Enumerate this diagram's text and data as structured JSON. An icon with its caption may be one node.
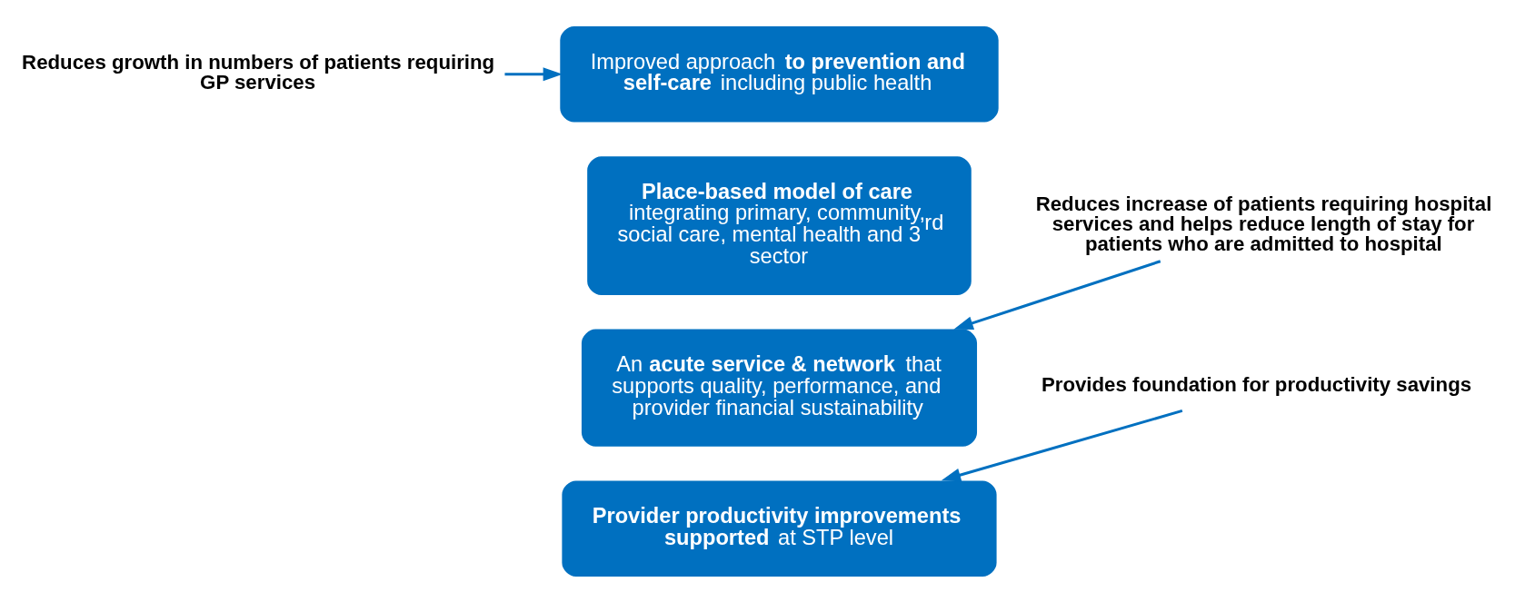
{
  "diagram": {
    "nodes": [
      {
        "text": [
          "Improved approach **to prevention and self-care** including public health"
        ]
      },
      {
        "text": [
          "**Place-based model of care** integrating primary, community, social care, mental health and 3$^{rd}$ sector"
        ]
      },
      {
        "text": [
          "An **acute service & network** that supports quality, performance, and provider financial sustainability"
        ]
      },
      {
        "text": [
          "**Provider productivity improvements supported** at STP level"
        ]
      },
      {
        "text": [
          "Reduces growth in numbers of patients requiring GP services"
        ]
      },
      {
        "text": [
          "Reduces increase of patients requiring hospital services and helps reduce length of stay for patients who are admitted to hospital"
        ]
      },
      {
        "text": [
          "Provides foundation for productivity savings"
        ]
      }
    ],
    "edges": [
      {
        "from": 4,
        "to": 0,
        "arrow": "to"
      },
      {
        "from": 5,
        "to": 2,
        "arrow": "to"
      },
      {
        "from": 6,
        "to": 3,
        "arrow": "to"
      }
    ]
  }
}
